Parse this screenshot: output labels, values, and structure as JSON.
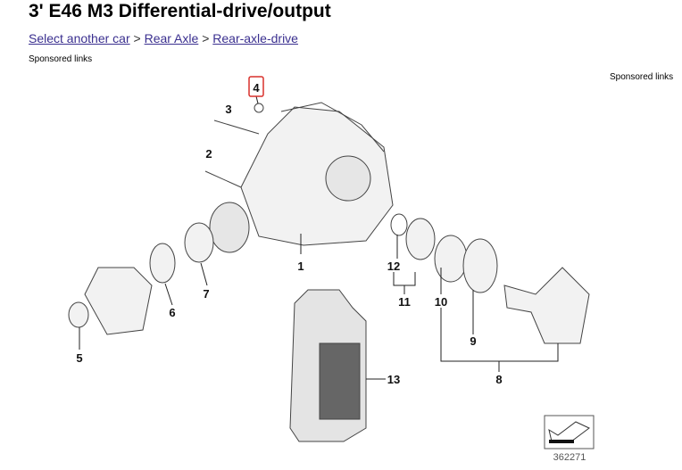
{
  "title": "3' E46 M3 Differential-drive/output",
  "breadcrumb": {
    "items": [
      "Select another car",
      "Rear Axle",
      "Rear-axle-drive"
    ],
    "separator": ">"
  },
  "sponsored_left": "Sponsored links",
  "sponsored_right": "Sponsored links",
  "diagram": {
    "callouts": [
      "1",
      "2",
      "3",
      "4",
      "5",
      "6",
      "7",
      "8",
      "9",
      "10",
      "11",
      "12",
      "13"
    ],
    "highlighted": "4",
    "highlight_color": "#d9302b",
    "diagram_number": "362271"
  }
}
